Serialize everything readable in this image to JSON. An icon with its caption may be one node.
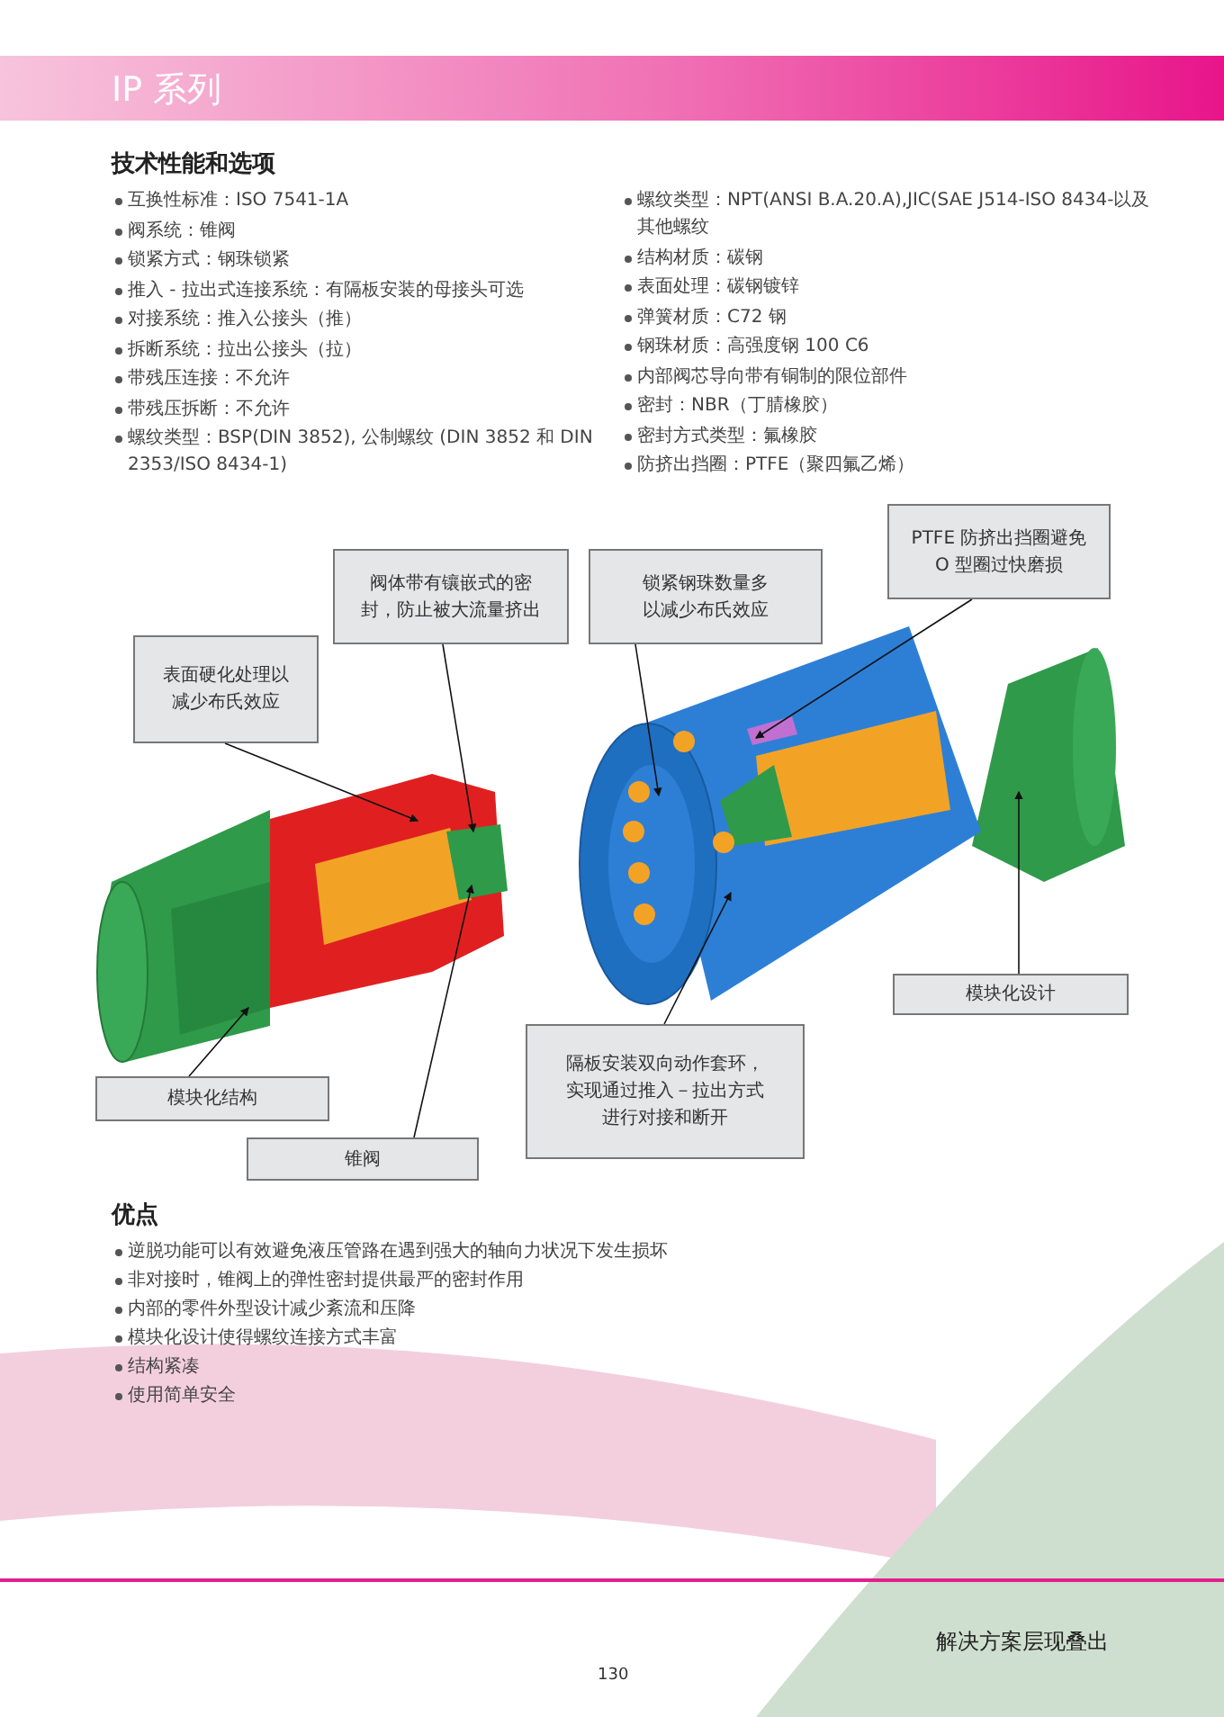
{
  "diagram": {
    "title": "IP 系列",
    "nodes": [
      {
        "text": [
          "表面硬化处理以减少布氏效应"
        ]
      },
      {
        "text": [
          "阀体带有镶嵌式的密封，防止被大流量挤出"
        ]
      },
      {
        "text": [
          "锁紧钢珠数量多以减少布氏效应"
        ]
      },
      {
        "text": [
          "PTFE 防挤出挡圈避免O 型圈过快磨损"
        ]
      },
      {
        "text": [
          "模块化设计"
        ]
      },
      {
        "text": [
          "隔板安装双向动作套环，实现通过推入－拉出方式进行对接和断开"
        ]
      },
      {
        "text": [
          "模块化结构"
        ]
      },
      {
        "text": [
          "锥阀"
        ]
      }
    ],
    "edges": [
      {
        "from": 0,
        "to": null,
        "arrow": "to"
      },
      {
        "from": 1,
        "to": null,
        "arrow": "to"
      },
      {
        "from": 2,
        "to": null,
        "arrow": "to"
      },
      {
        "from": 3,
        "to": null,
        "arrow": "to"
      },
      {
        "from": 4,
        "to": null,
        "arrow": "to"
      },
      {
        "from": 5,
        "to": null,
        "arrow": "to"
      },
      {
        "from": 6,
        "to": null,
        "arrow": "to"
      },
      {
        "from": 7,
        "to": null,
        "arrow": "to"
      }
    ],
    "labels": [
      "技术性能和选项",
      "互换性标准：ISO 7541-1A",
      "阀系统：锥阀",
      "锁紧方式：钢珠锁紧",
      "推入 - 拉出式连接系统：有隔板安装的母接头可选",
      "对接系统：推入公接头（推）",
      "拆断系统：拉出公接头（拉）",
      "带残压连接：不允许",
      "带残压拆断：不允许",
      "螺纹类型：BSP(DIN 3852), 公制螺纹 (DIN 3852 和 DIN 2353/ISO 8434-1)",
      "螺纹类型：NPT(ANSI B.A.20.A),JIC(SAE J514-ISO 8434-以及其他螺纹",
      "结构材质：碳钢",
      "表面处理：碳钢镀锌",
      "弹簧材质：C72 钢",
      "钢珠材质：高强度钢 100 C6",
      "内部阀芯导向带有铜制的限位部件",
      "密封：NBR（丁腈橡胶）",
      "密封方式类型：氟橡胶",
      "防挤出挡圈：PTFE（聚四氟乙烯）",
      "优点",
      "逆脱功能可以有效避免液压管路在遇到强大的轴向力状况下发生损坏",
      "非对接时，锥阀上的弹性密封提供最严的密封作用",
      "内部的零件外型设计减少紊流和压降",
      "模块化设计使得螺纹连接方式丰富",
      "结构紧凑",
      "使用简单安全",
      "解决方案层现叠出",
      "130"
    ]
  }
}
